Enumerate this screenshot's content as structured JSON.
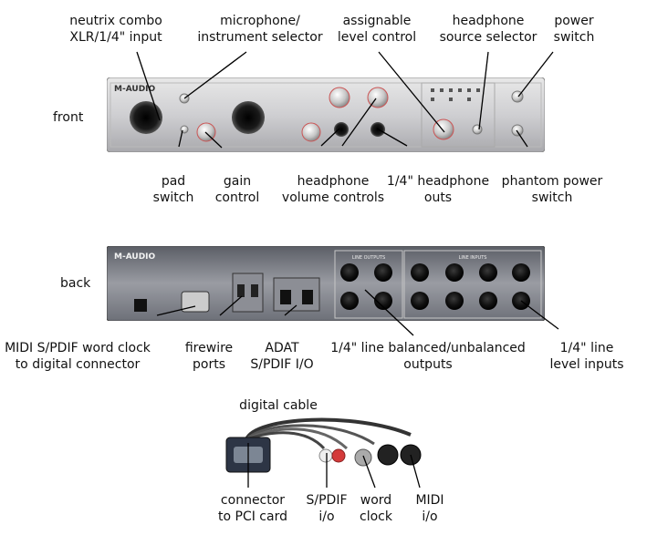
{
  "side_labels": {
    "front": "front",
    "back": "back"
  },
  "front_top": {
    "combo": [
      "neutrix combo",
      "XLR/1/4\" input"
    ],
    "mic": [
      "microphone/",
      "instrument selector"
    ],
    "assign": [
      "assignable",
      "level control"
    ],
    "hpsrc": [
      "headphone",
      "source selector"
    ],
    "power": [
      "power",
      "switch"
    ]
  },
  "front_bottom": {
    "pad": [
      "pad",
      "switch"
    ],
    "gain": [
      "gain",
      "control"
    ],
    "hpvol": [
      "headphone",
      "volume controls"
    ],
    "hpout": [
      "1/4\" headphone",
      "outs"
    ],
    "phantom": [
      "phantom power",
      "switch"
    ]
  },
  "back_bottom": {
    "midi": [
      "MIDI S/PDIF word clock",
      "to digital connector"
    ],
    "fw": [
      "firewire",
      "ports"
    ],
    "adat": [
      "ADAT",
      "S/PDIF I/O"
    ],
    "bal": [
      "1/4\" line balanced/unbalanced",
      "outputs"
    ],
    "linein": [
      "1/4\" line",
      "level inputs"
    ]
  },
  "cable": {
    "title": "digital cable",
    "conn": [
      "connector",
      "to PCI card"
    ],
    "spdif": [
      "S/PDIF",
      "i/o"
    ],
    "wc": [
      "word",
      "clock"
    ],
    "midi": [
      "MIDI",
      "i/o"
    ]
  },
  "device_text": {
    "brand_front": "M-AUDIO",
    "brand_back": "M-AUDIO",
    "line_outputs": "LINE OUTPUTS",
    "line_inputs": "LINE INPUTS"
  }
}
